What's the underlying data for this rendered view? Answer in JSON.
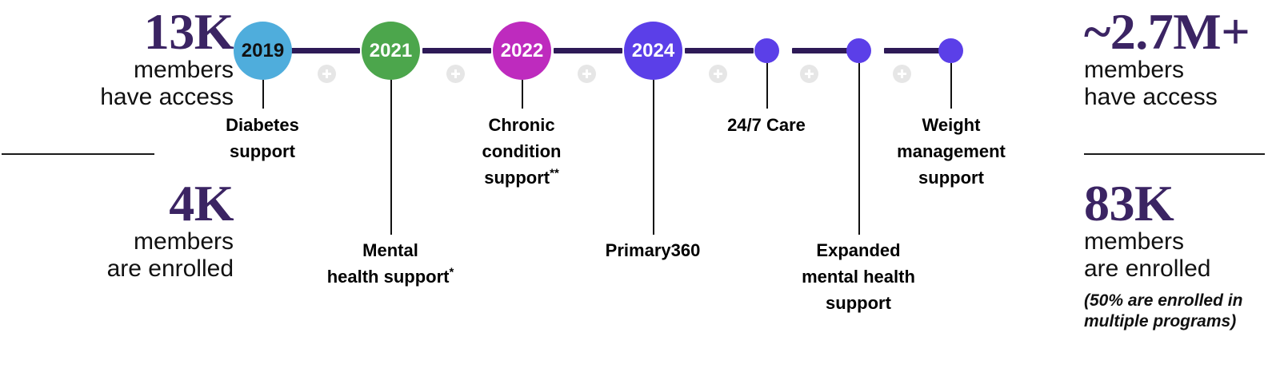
{
  "left_panel": {
    "stats": [
      {
        "number": "13K",
        "lines": [
          "members",
          "have access"
        ]
      },
      {
        "number": "4K",
        "lines": [
          "members",
          "are enrolled"
        ]
      }
    ]
  },
  "right_panel": {
    "stats": [
      {
        "number": "~2.7M+",
        "lines": [
          "members",
          "have access"
        ]
      },
      {
        "number": "83K",
        "lines": [
          "members",
          "are enrolled"
        ]
      }
    ],
    "footnote": [
      "(50% are enrolled in",
      "multiple programs)"
    ]
  },
  "timeline": {
    "rail_color": "#2E1A57",
    "plus_badge_color": "#E6E6E6",
    "nodes": [
      {
        "year": "2019",
        "color": "#4FADDC",
        "text_color": "#111111",
        "size": "big",
        "label": "Diabetes support",
        "label_side": "up"
      },
      {
        "year": "2021",
        "color": "#4CA64C",
        "text_color": "#FFFFFF",
        "size": "big",
        "label": "Mental health support*",
        "label_side": "down"
      },
      {
        "year": "2022",
        "color": "#BE2BBE",
        "text_color": "#FFFFFF",
        "size": "big",
        "label": "Chronic condition support**",
        "label_side": "up"
      },
      {
        "year": "2024",
        "color": "#5B3FE8",
        "text_color": "#FFFFFF",
        "size": "big",
        "label": "Primary360",
        "label_side": "down"
      },
      {
        "year": "",
        "color": "#5B3FE8",
        "text_color": "#FFFFFF",
        "size": "small",
        "label": "24/7 Care",
        "label_side": "up"
      },
      {
        "year": "",
        "color": "#5B3FE8",
        "text_color": "#FFFFFF",
        "size": "small",
        "label": "Expanded mental health support",
        "label_side": "down"
      },
      {
        "year": "",
        "color": "#5B3FE8",
        "text_color": "#FFFFFF",
        "size": "small",
        "label": "Weight management support",
        "label_side": "up"
      }
    ],
    "labels": {
      "diabetes": [
        "Diabetes",
        "support"
      ],
      "mental": [
        "Mental",
        "health support*"
      ],
      "chronic": [
        "Chronic",
        "condition",
        "support**"
      ],
      "primary360": [
        "Primary360"
      ],
      "care247": [
        "24/7 Care"
      ],
      "expanded": [
        "Expanded",
        "mental health",
        "support"
      ],
      "weight": [
        "Weight",
        "management",
        "support"
      ]
    }
  }
}
